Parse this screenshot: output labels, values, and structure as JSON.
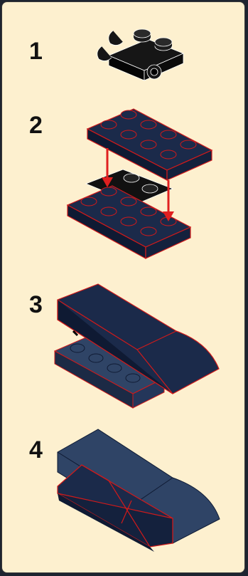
{
  "steps": [
    {
      "number": "1"
    },
    {
      "number": "2"
    },
    {
      "number": "3"
    },
    {
      "number": "4"
    }
  ],
  "colors": {
    "background": "#fdf0cf",
    "brick_dark_blue": "#1b2a4a",
    "brick_dark_blue_side": "#0f1a33",
    "brick_edge_highlight": "#d11a1a",
    "arrow": "#e02020",
    "black_part": "#111111",
    "gray_part": "#2f4466"
  },
  "icons": {
    "step1": "black-clip-plate-icon",
    "step2": "plate-2x4-drop-arrows-icon",
    "step3": "curved-slope-assembly-icon",
    "step4": "finished-slope-assembly-icon"
  }
}
